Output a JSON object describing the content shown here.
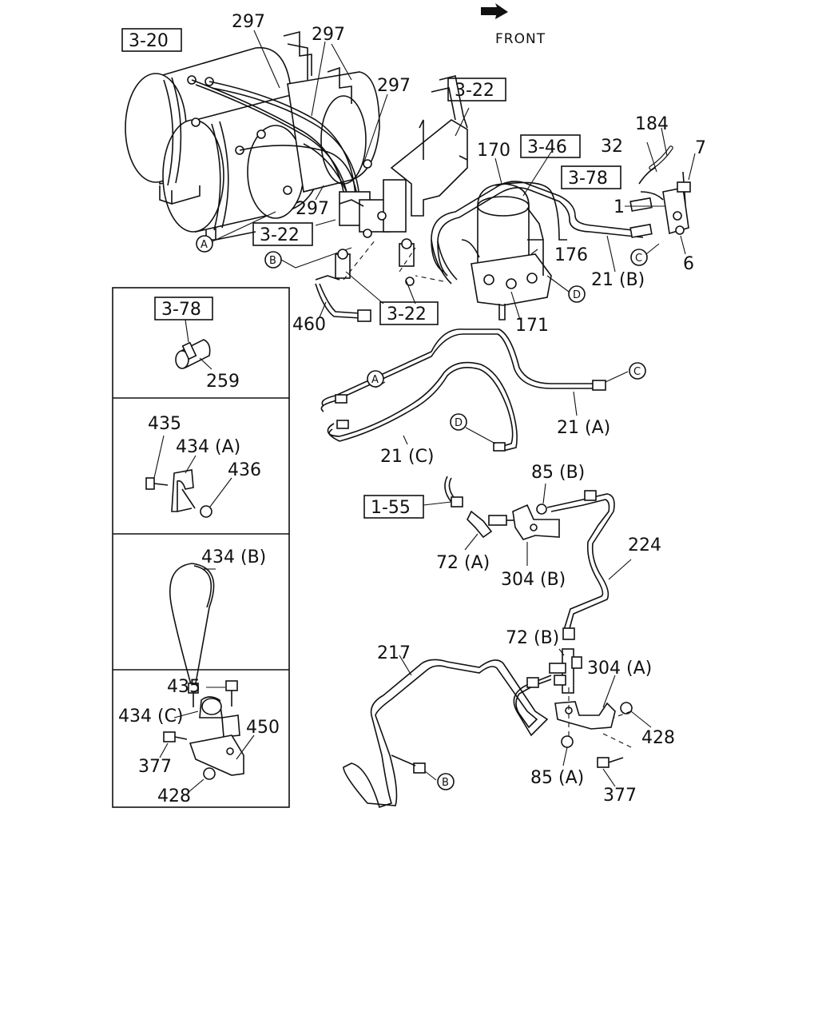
{
  "header": {
    "front_label": "FRONT"
  },
  "refs": {
    "r_3_20": "3-20",
    "r_3_22_a": "3-22",
    "r_3_22_b": "3-22",
    "r_3_22_c": "3-22",
    "r_3_46": "3-46",
    "r_3_78_a": "3-78",
    "r_3_78_b": "3-78",
    "r_1_55": "1-55"
  },
  "labels": {
    "p297_1": "297",
    "p297_2": "297",
    "p297_3": "297",
    "p297_4": "297",
    "p184": "184",
    "p7": "7",
    "p32": "32",
    "p170": "170",
    "p1": "1",
    "p176": "176",
    "p21b": "21 (B)",
    "p6": "6",
    "p460": "460",
    "p171": "171",
    "p259": "259",
    "p435_a": "435",
    "p434a": "434 (A)",
    "p436": "436",
    "p434b": "434 (B)",
    "p435_b": "435",
    "p434c": "434 (C)",
    "p450": "450",
    "p377_a": "377",
    "p428_a": "428",
    "p21a": "21 (A)",
    "p21c": "21 (C)",
    "p85b": "85 (B)",
    "p72a": "72 (A)",
    "p304b": "304 (B)",
    "p224": "224",
    "p72b": "72 (B)",
    "p217": "217",
    "p304a": "304 (A)",
    "p428_b": "428",
    "p85a": "85 (A)",
    "p377_b": "377"
  },
  "connectors": {
    "a1": "A",
    "b1": "B",
    "c1": "C",
    "d1": "D",
    "a2": "A",
    "c2": "C",
    "d2": "D",
    "b2": "B"
  },
  "icons": {
    "front_arrow": "front-arrow-icon"
  }
}
